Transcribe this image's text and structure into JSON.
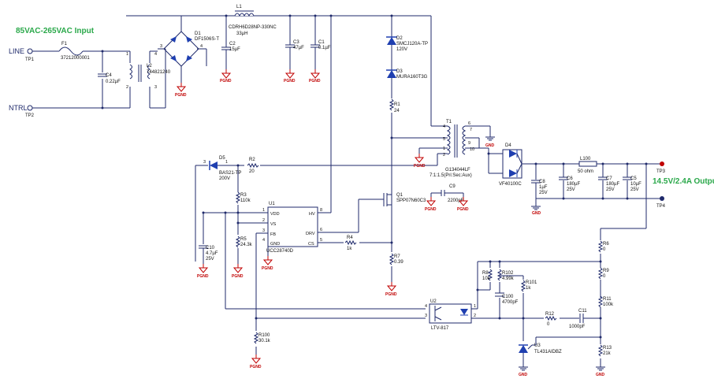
{
  "input_label": "85VAC-265VAC Input",
  "output_label": "14.5V/2.4A Output",
  "line_label": "LINE",
  "ntrl_label": "NTRL",
  "tp": {
    "tp1": "TP1",
    "tp2": "TP2",
    "tp3": "TP3",
    "tp4": "TP4"
  },
  "components": {
    "f1": {
      "ref": "F1",
      "value": "37212000001"
    },
    "c4": {
      "ref": "C4",
      "value": "0.22µF"
    },
    "l2": {
      "ref": "L2",
      "value": "744821240"
    },
    "d1": {
      "ref": "D1",
      "value": "DF1506S-T"
    },
    "l1": {
      "ref": "L1",
      "value": "CDRH6D28NP-330NC",
      "value2": "33µH"
    },
    "c2": {
      "ref": "C2",
      "value": "15µF"
    },
    "c3": {
      "ref": "C3",
      "value": "47µF"
    },
    "c1": {
      "ref": "C1",
      "value": "0.1µF"
    },
    "d2": {
      "ref": "D2",
      "value": "SMCJ120A-TP",
      "value2": "120V"
    },
    "d3": {
      "ref": "D3",
      "value": "MURA160T3G"
    },
    "r1": {
      "ref": "R1",
      "value": "24"
    },
    "t1": {
      "ref": "T1",
      "value": "G134044LF",
      "value2": "7:1:1.5(Pri:Sec:Aux)"
    },
    "d4": {
      "ref": "D4",
      "value": "VF40100C"
    },
    "l100": {
      "ref": "L100",
      "value": "50 ohm"
    },
    "c8": {
      "ref": "C8",
      "value": "1µF",
      "value2": "25V"
    },
    "c6": {
      "ref": "C6",
      "value": "180µF",
      "value2": "25V"
    },
    "c7": {
      "ref": "C7",
      "value": "180µF",
      "value2": "25V"
    },
    "c5": {
      "ref": "C5",
      "value": "10µF",
      "value2": "25V"
    },
    "d5": {
      "ref": "D5",
      "value": "BAS21-TP",
      "value2": "200V"
    },
    "r2": {
      "ref": "R2",
      "value": "20"
    },
    "r3": {
      "ref": "R3",
      "value": "110k"
    },
    "r5": {
      "ref": "R5",
      "value": "24.3k"
    },
    "u1": {
      "ref": "U1",
      "value": "UCC28740D"
    },
    "q1": {
      "ref": "Q1",
      "value": "SPP07N60C3"
    },
    "c9": {
      "ref": "C9",
      "value": "2200pF"
    },
    "r4": {
      "ref": "R4",
      "value": "1k"
    },
    "r7": {
      "ref": "R7",
      "value": "0.39"
    },
    "c10": {
      "ref": "C10",
      "value": "4.7µF",
      "value2": "25V"
    },
    "r100": {
      "ref": "R100",
      "value": "30.1k"
    },
    "u2": {
      "ref": "U2",
      "value": "LTV-817"
    },
    "r8": {
      "ref": "R8",
      "value": "10k"
    },
    "r102": {
      "ref": "R102",
      "value": "4.99k"
    },
    "r101": {
      "ref": "R101",
      "value": "1k"
    },
    "c100": {
      "ref": "C100",
      "value": "4700pF"
    },
    "r12": {
      "ref": "R12",
      "value": "0"
    },
    "c11": {
      "ref": "C11",
      "value": "1000pF"
    },
    "u3": {
      "ref": "U3",
      "value": "TL431AIDBZ"
    },
    "r6": {
      "ref": "R6",
      "value": "0"
    },
    "r9": {
      "ref": "R9",
      "value": "0"
    },
    "r11": {
      "ref": "R11",
      "value": "100k"
    },
    "r13": {
      "ref": "R13",
      "value": "21k"
    }
  },
  "u1_pins": {
    "vdd": "VDD",
    "hv": "HV",
    "vs": "VS",
    "drv": "DRV",
    "fb": "FB",
    "cs": "CS",
    "gnd": "GND"
  },
  "pin_numbers": {
    "p1": "1",
    "p2": "2",
    "p3": "3",
    "p4": "4",
    "p5": "5",
    "p6": "6",
    "p7": "7",
    "p8": "8",
    "p9": "9",
    "p10": "10"
  },
  "ground_labels": {
    "pgnd": "PGND",
    "gnd": "GND"
  },
  "colors": {
    "wire": "#1f2a6b",
    "component": "#1f2a6b",
    "diode_fill": "#1f3fb0",
    "testpoint": "#c00000",
    "ground": "#c00000",
    "banner": "#2aa84a"
  }
}
